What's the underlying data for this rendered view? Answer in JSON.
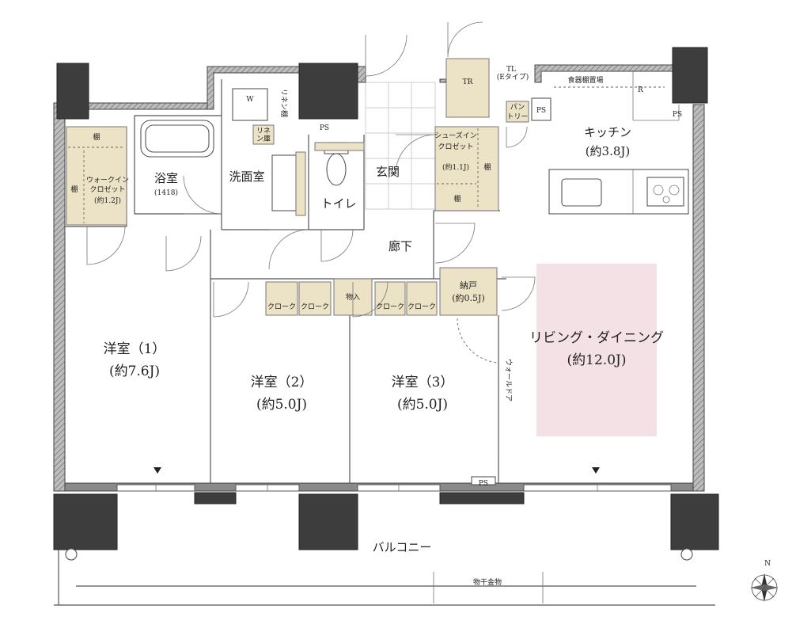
{
  "rooms": {
    "western1": {
      "name": "洋室（1）",
      "area": "(約7.6J)"
    },
    "western2": {
      "name": "洋室（2）",
      "area": "(約5.0J)"
    },
    "western3": {
      "name": "洋室（3）",
      "area": "(約5.0J)"
    },
    "living": {
      "name": "リビング・ダイニング",
      "area": "(約12.0J)"
    },
    "kitchen": {
      "name": "キッチン",
      "area": "(約3.8J)"
    },
    "bath": {
      "name": "浴室",
      "size": "(1418)"
    },
    "washroom": {
      "name": "洗面室"
    },
    "toilet": {
      "name": "トイレ"
    },
    "entrance": {
      "name": "玄関"
    },
    "hallway": {
      "name": "廊下"
    },
    "balcony": {
      "name": "バルコニー"
    },
    "storage": {
      "name": "納戸",
      "area": "(約0.5J)"
    },
    "walkin_closet": {
      "line1": "ウォークイン",
      "line2": "クロゼット",
      "area": "(約1.2J)"
    },
    "shoes_closet": {
      "line1": "シューズイン",
      "line2": "クロゼット",
      "area": "(約1.1J)"
    }
  },
  "labels": {
    "shelf": "棚",
    "closet": "クローク",
    "mono_ire": "物入",
    "ps": "PS",
    "tr": "TR",
    "tl": "TL",
    "tl_sub": "(Eタイプ)",
    "w": "W",
    "linen_shelf": "リネン棚",
    "linen_cabinet_1": "リネ",
    "linen_cabinet_2": "ン庫",
    "pantry_1": "パン",
    "pantry_2": "トリー",
    "tableware_shelf": "食器棚置場",
    "r": "R",
    "wall_door": "ウォールドア",
    "laundry_hardware": "物干金物",
    "north": "N"
  },
  "colors": {
    "closet_fill": "#ece2c5",
    "living_tint": "#f3e1e6",
    "pillar": "#3d3d3d",
    "wall": "#8a8a8a"
  }
}
